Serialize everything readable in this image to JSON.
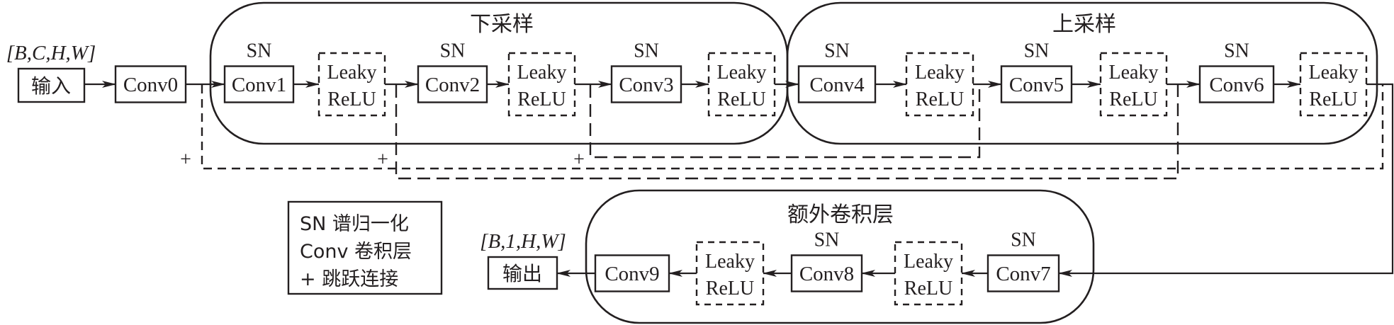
{
  "diagram": {
    "input": {
      "shape_label": "[B,C,H,W]",
      "label": "输入"
    },
    "output": {
      "shape_label": "[B,1,H,W]",
      "label": "输出"
    },
    "groups": {
      "downsample": "下采样",
      "upsample": "上采样",
      "extra": "额外卷积层"
    },
    "sn_label": "SN",
    "leaky_line1": "Leaky",
    "leaky_line2": "ReLU",
    "convs": [
      "Conv0",
      "Conv1",
      "Conv2",
      "Conv3",
      "Conv4",
      "Conv5",
      "Conv6",
      "Conv7",
      "Conv8",
      "Conv9"
    ],
    "skip_symbol": "+",
    "legend": {
      "lines": [
        "SN 谱归一化",
        "Conv 卷积层",
        "+ 跳跃连接"
      ]
    },
    "colors": {
      "ink": "#231f20",
      "background": "#ffffff"
    }
  }
}
